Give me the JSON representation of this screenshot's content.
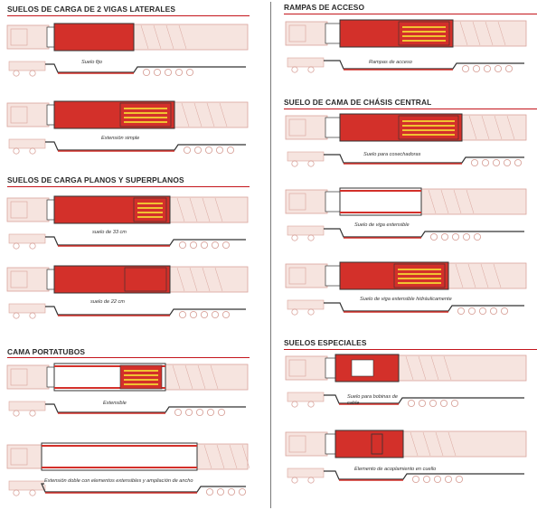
{
  "colors": {
    "accent": "#c4151c",
    "ghost_outline": "#d9a49c",
    "ghost_fill": "#f6e4df",
    "loading_floor": "#d3302a",
    "beam_yellow": "#f1c232",
    "chassis": "#333333"
  },
  "left_column": {
    "sections": [
      {
        "title": "SUELOS DE CARGA DE 2 VIGAS LATERALES",
        "items": [
          {
            "caption": "Suelo fijo"
          },
          {
            "caption": "Extensión simple"
          }
        ]
      },
      {
        "title": "SUELOS DE CARGA PLANOS Y SUPERPLANOS",
        "items": [
          {
            "caption": "suelo de 33 cm"
          },
          {
            "caption": "suelo de 22 cm"
          }
        ]
      },
      {
        "title": "CAMA PORTATUBOS",
        "items": [
          {
            "caption": "Extensible"
          },
          {
            "caption": "Extensión doble con elementos extensibles y ampliación de ancho"
          }
        ]
      }
    ]
  },
  "right_column": {
    "sections": [
      {
        "title": "RAMPAS DE ACCESO",
        "items": [
          {
            "caption": "Rampas de acceso"
          }
        ]
      },
      {
        "title": "SUELO DE CAMA DE CHÁSIS CENTRAL",
        "items": [
          {
            "caption": "Suelo para cosechadoras"
          },
          {
            "caption": "Suelo de viga extensible"
          },
          {
            "caption": "Suelo de viga extensible hidráulicamente"
          }
        ]
      },
      {
        "title": "SUELOS ESPECIALES",
        "items": [
          {
            "caption": "Suelo para bobinas de cable"
          },
          {
            "caption": "Elemento de acoplamiento en cuello"
          }
        ]
      }
    ]
  }
}
